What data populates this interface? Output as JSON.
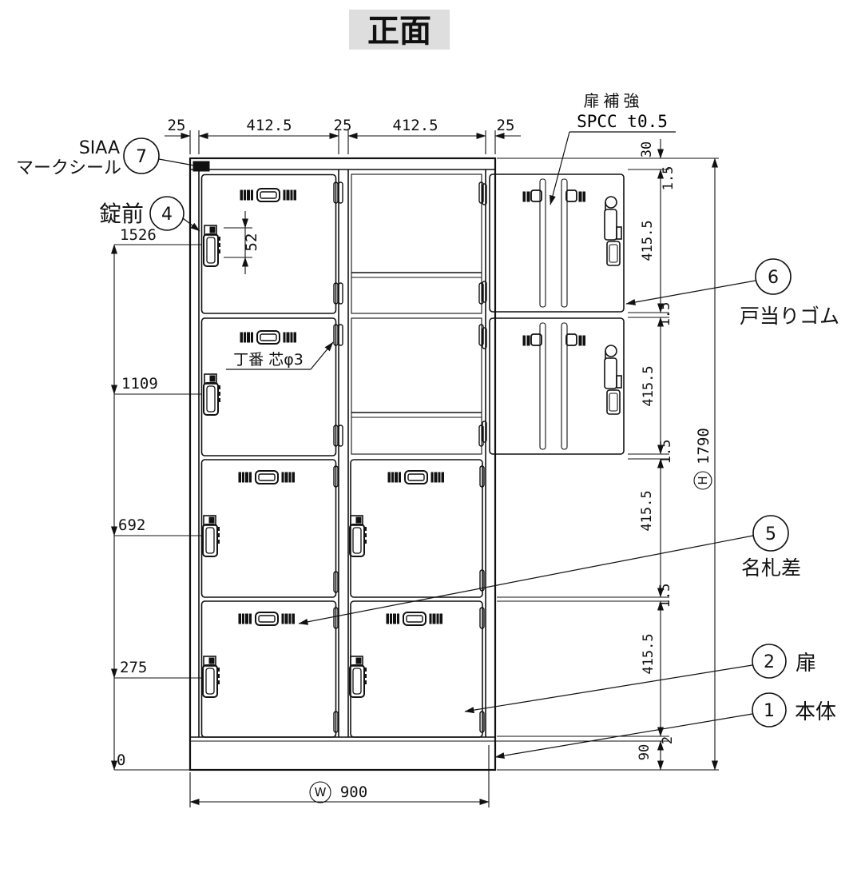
{
  "title": "正面",
  "top_dims": {
    "values": [
      "25",
      "412.5",
      "25",
      "412.5",
      "25"
    ]
  },
  "left_dims": {
    "values": [
      "1526",
      "1109",
      "692",
      "275",
      "0"
    ],
    "lock_pitch": "52"
  },
  "right_dims": {
    "chain": [
      "30",
      "1.5",
      "415.5",
      "1.5",
      "415.5",
      "1.5",
      "415.5",
      "1.5",
      "415.5",
      "2",
      "90"
    ],
    "total": "1790",
    "total_mark": "H"
  },
  "bottom": {
    "width": "900",
    "width_mark": "W"
  },
  "callouts": {
    "c7": {
      "num": "7",
      "line1": "SIAA",
      "line2": "マークシール"
    },
    "c4": {
      "num": "4",
      "label": "錠前"
    },
    "c6": {
      "num": "6",
      "label": "戸当りゴム"
    },
    "c5": {
      "num": "5",
      "label": "名札差"
    },
    "c2": {
      "num": "2",
      "label": "扉"
    },
    "c1": {
      "num": "1",
      "label": "本体"
    }
  },
  "notes": {
    "door_reinforce": "扉補強",
    "door_reinforce_spec": "SPCC t0.5",
    "hinge": "丁番 芯φ3"
  }
}
